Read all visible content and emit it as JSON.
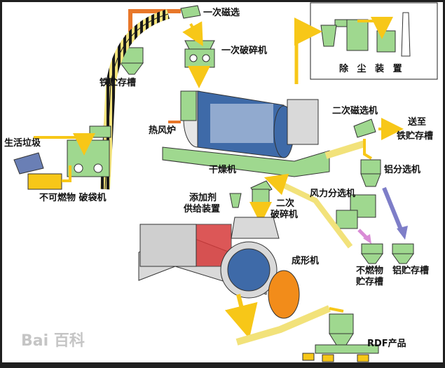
{
  "labels": {
    "primary_magnetic": "一次磁选",
    "primary_crusher": "一次破碎机",
    "iron_storage": "铁贮存槽",
    "dust_removal": "除 尘 装 置",
    "secondary_magnetic": "二次磁选机",
    "send_to": "送至",
    "iron_storage_2": "铁贮存槽",
    "hot_air_furnace": "热风炉",
    "household_garbage": "生活垃圾",
    "dryer": "干燥机",
    "aluminum_separator": "铝分选机",
    "incombustible_breaker": "不可燃物 破袋机",
    "additive_line1": "添加剂",
    "additive_line2": "供给装置",
    "secondary_crusher_line1": "二次",
    "secondary_crusher_line2": "破碎机",
    "wind_separator": "风力分选机",
    "forming_machine": "成形机",
    "incombustible_storage_line1": "不燃物",
    "incombustible_storage_line2": "贮存槽",
    "aluminum_storage": "铝贮存槽",
    "rdf_product": "RDF产品",
    "watermark": "Bai 百科"
  },
  "colors": {
    "frame": "#1f1f1f",
    "equipment": "#9fd88f",
    "conveyor": "#f2e27a",
    "arrow_yellow": "#f7c718",
    "arrow_orange": "#e8772a",
    "arrow_pink": "#d98bd6",
    "arrow_purple": "#7e7ec8",
    "drum_blue": "#3e6aa8",
    "machine_gray": "#d9d9d9",
    "text": "#111111"
  }
}
